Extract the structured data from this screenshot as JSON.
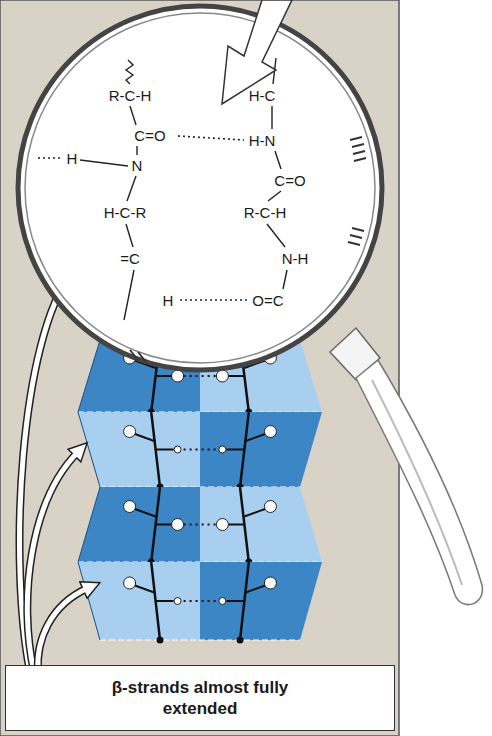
{
  "diagram": {
    "nodes": [
      {
        "text": [
          "β-strands almost fully extended"
        ]
      }
    ],
    "labels": [
      "R-C-H",
      "H-C",
      "C=O",
      "H-N",
      "H",
      "N",
      "C=O",
      "H-C-R",
      "R-C-H",
      "=C",
      "N-H",
      "H",
      "O=C"
    ]
  }
}
